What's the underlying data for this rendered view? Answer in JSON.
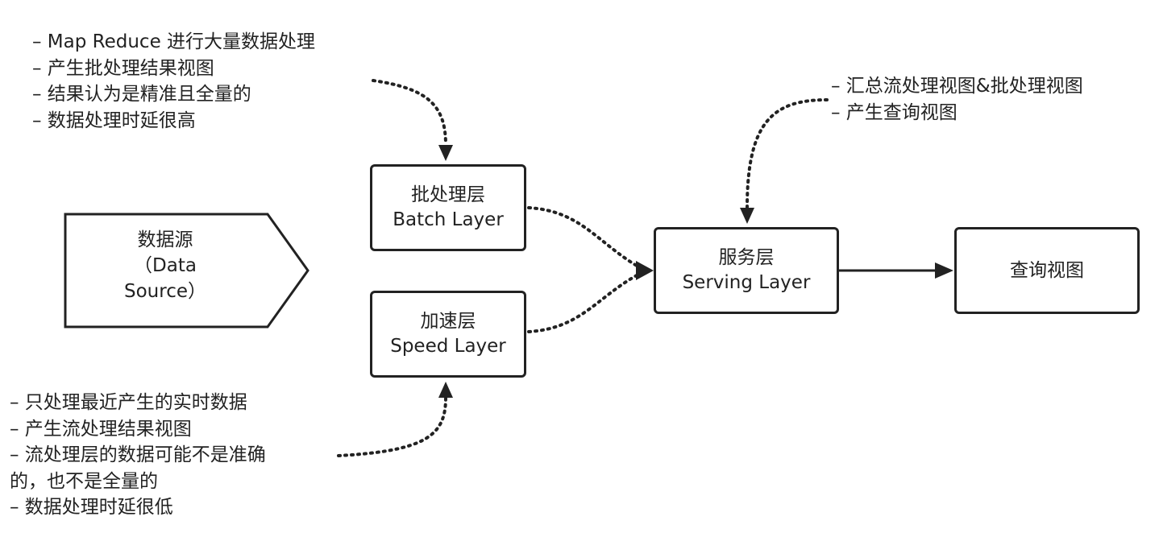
{
  "source": {
    "lines": [
      "数据源",
      "（Data",
      "Source）"
    ]
  },
  "batch_layer": {
    "title_cn": "批处理层",
    "title_en": "Batch Layer"
  },
  "speed_layer": {
    "title_cn": "加速层",
    "title_en": "Speed Layer"
  },
  "serving_layer": {
    "title_cn": "服务层",
    "title_en": "Serving Layer"
  },
  "query_view": {
    "title": "查询视图"
  },
  "batch_note": {
    "lines": [
      "– Map Reduce 进行大量数据处理",
      "– 产生批处理结果视图",
      "– 结果认为是精准且全量的",
      "– 数据处理时延很高"
    ]
  },
  "speed_note": {
    "lines": [
      "– 只处理最近产生的实时数据",
      "– 产生流处理结果视图",
      "– 流处理层的数据可能不是准确",
      "的，也不是全量的",
      "– 数据处理时延很低"
    ]
  },
  "serving_note": {
    "lines": [
      "– 汇总流处理视图&批处理视图",
      "– 产生查询视图"
    ]
  },
  "colors": {
    "stroke": "#222222",
    "background": "#ffffff"
  }
}
